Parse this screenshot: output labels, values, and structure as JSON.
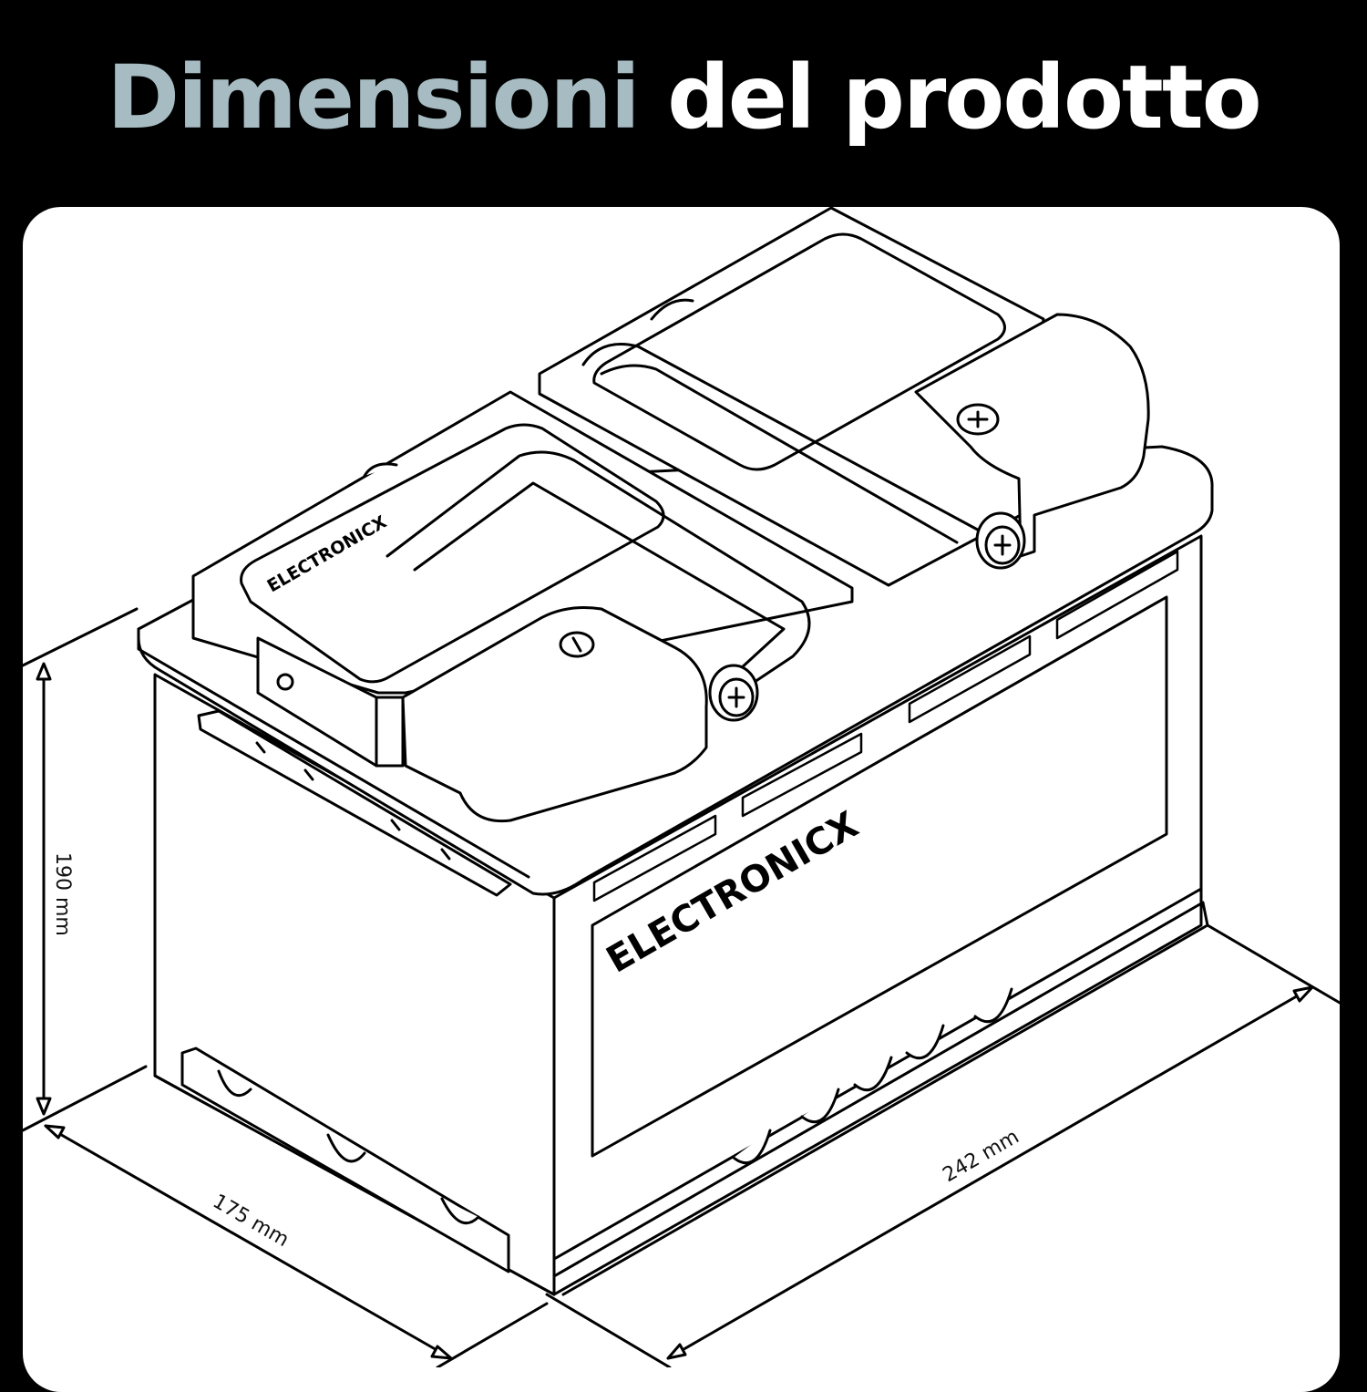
{
  "title": {
    "accent": "Dimensioni",
    "main": "del prodotto"
  },
  "dimensions": {
    "height": "190 mm",
    "width": "175 mm",
    "length": "242 mm"
  },
  "brand": {
    "front": "ELECTRONICX",
    "top": "ELECTRONICX"
  },
  "colors": {
    "background": "#000000",
    "accent": "#a7bcc2",
    "panel": "#ffffff",
    "line": "#000000"
  },
  "icons": [
    "plus-terminal-icon",
    "minus-terminal-icon",
    "brand-power-icon"
  ]
}
